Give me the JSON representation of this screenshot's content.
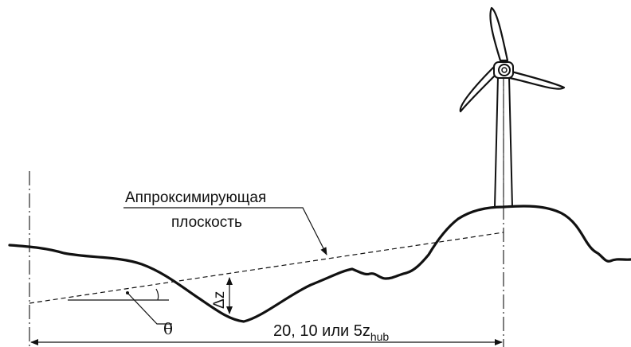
{
  "labels": {
    "plane_line1": "Аппроксимирующая",
    "plane_line2": "плоскость",
    "delta_z": "Δz",
    "theta": "θ",
    "distance_main": "20, 10 или 5z",
    "distance_sub": "hub"
  }
}
